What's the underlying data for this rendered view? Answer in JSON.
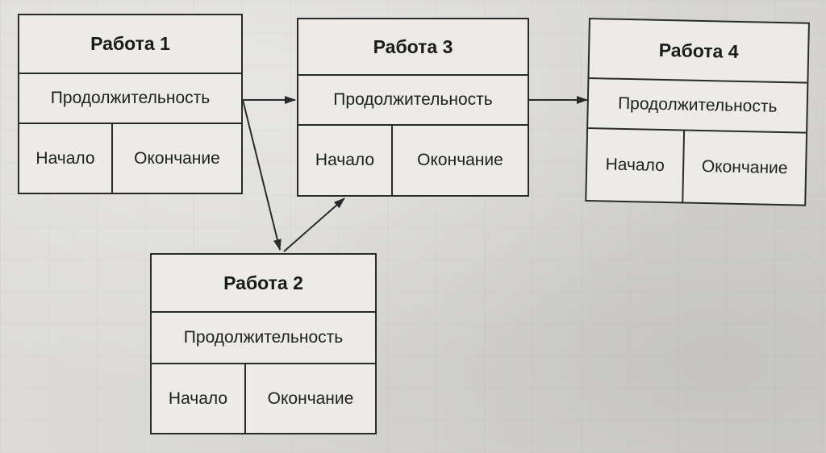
{
  "nodes": [
    {
      "id": "node1",
      "title": "Работа 1",
      "duration": "Продолжительность",
      "start": "Начало",
      "end": "Окончание"
    },
    {
      "id": "node2",
      "title": "Работа 2",
      "duration": "Продолжительность",
      "start": "Начало",
      "end": "Окончание"
    },
    {
      "id": "node3",
      "title": "Работа 3",
      "duration": "Продолжительность",
      "start": "Начало",
      "end": "Окончание"
    },
    {
      "id": "node4",
      "title": "Работа 4",
      "duration": "Продолжительность",
      "start": "Начало",
      "end": "Окончание"
    }
  ],
  "edges": [
    {
      "from": "Работа 1",
      "to": "Работа 3"
    },
    {
      "from": "Работа 1",
      "to": "Работа 2"
    },
    {
      "from": "Работа 2",
      "to": "Работа 3"
    },
    {
      "from": "Работа 3",
      "to": "Работа 4"
    }
  ],
  "colors": {
    "line": "#2a2a2a",
    "box_fill": "#ecebe8",
    "background": "#d8d7d4"
  }
}
